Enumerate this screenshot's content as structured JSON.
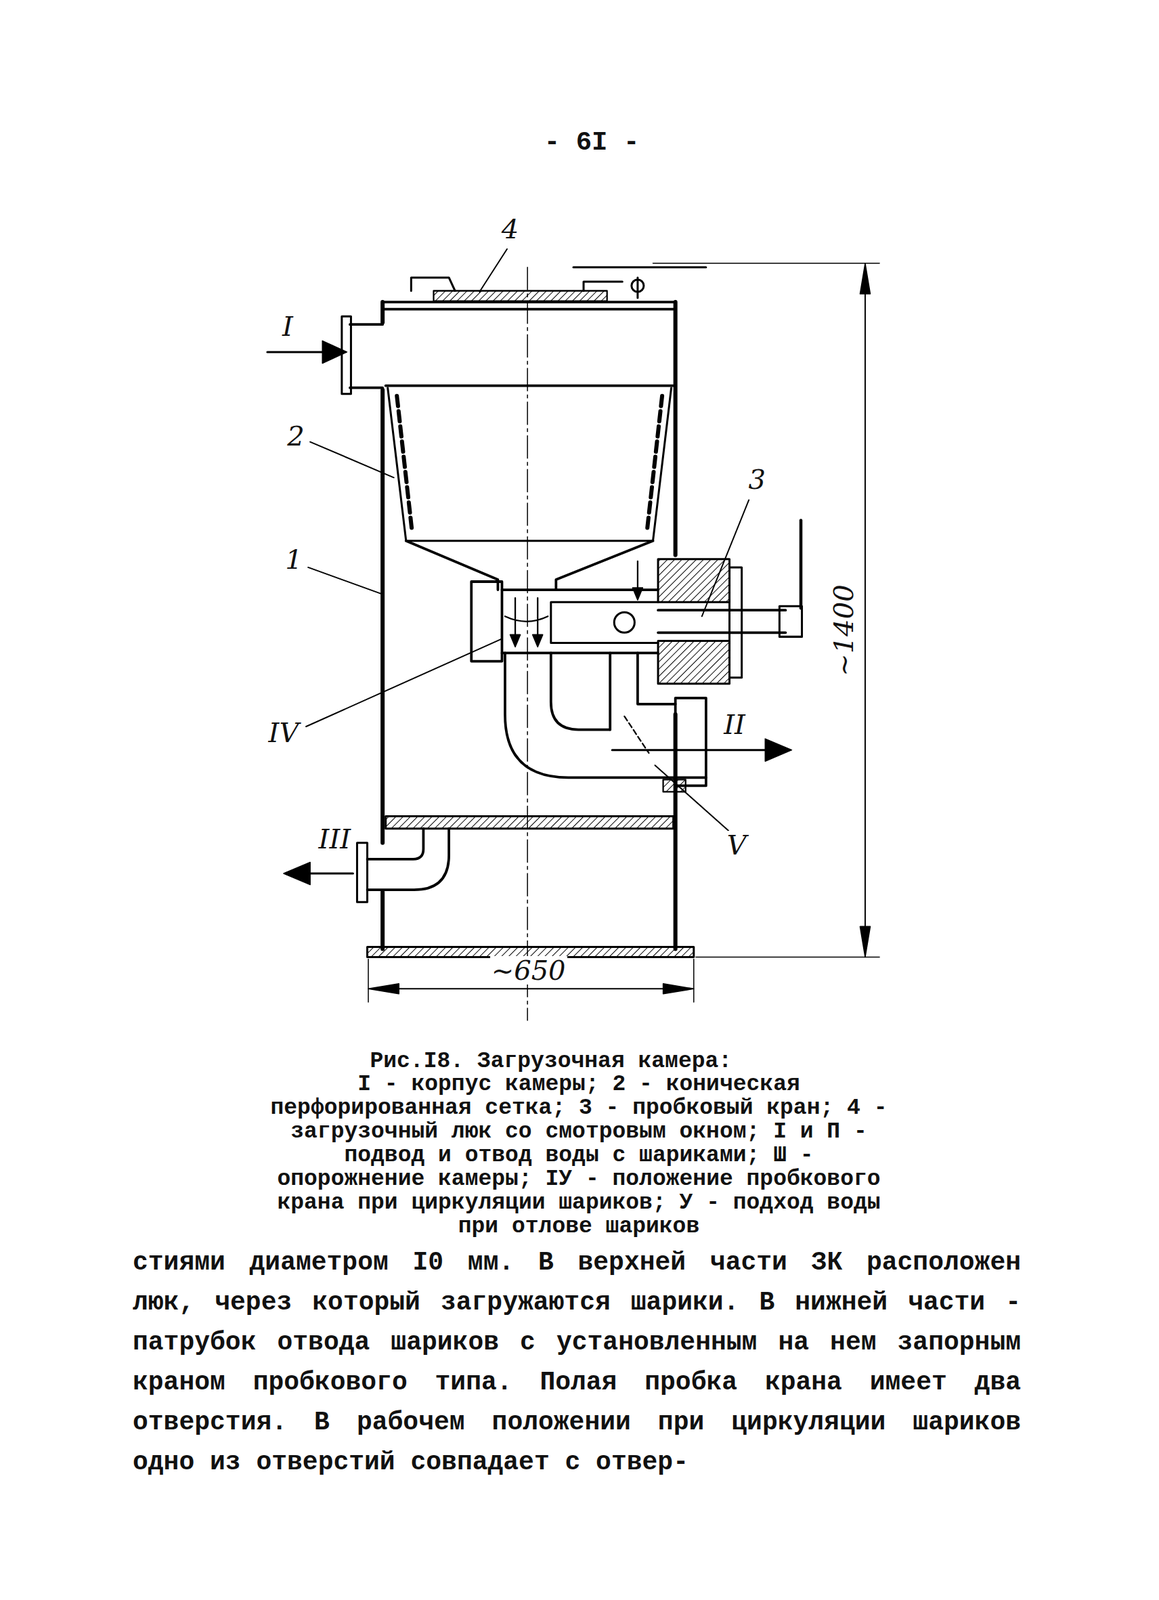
{
  "diagram": {
    "caption": "Рис.I8. Загрузочная камера:",
    "labels": [
      "- 6I -",
      "4",
      "I",
      "2",
      "1",
      "3",
      "IV",
      "II",
      "V",
      "III",
      "~1400",
      "~650",
      "I - корпус камеры; 2 - коническая перфорированная сетка; 3 - пробковый кран; 4 - загрузочный люк со смотровым окном; I и П - подвод и отвод воды с шариками; Ш - опорожнение камеры; IУ - положение пробкового крана при циркуляции шариков; У - подход воды при отлове шариков",
      "стиями диаметром I0 мм. В верхней части ЗК расположен люк, через который загружаются шарики. В нижней части - патрубок отвода шариков с установленным на нем запорным краном пробкового типа. Полая пробка крана имеет два отверстия. В рабочем положении при циркуляции шариков одно из отверстий совпадает с отвер-"
    ]
  }
}
